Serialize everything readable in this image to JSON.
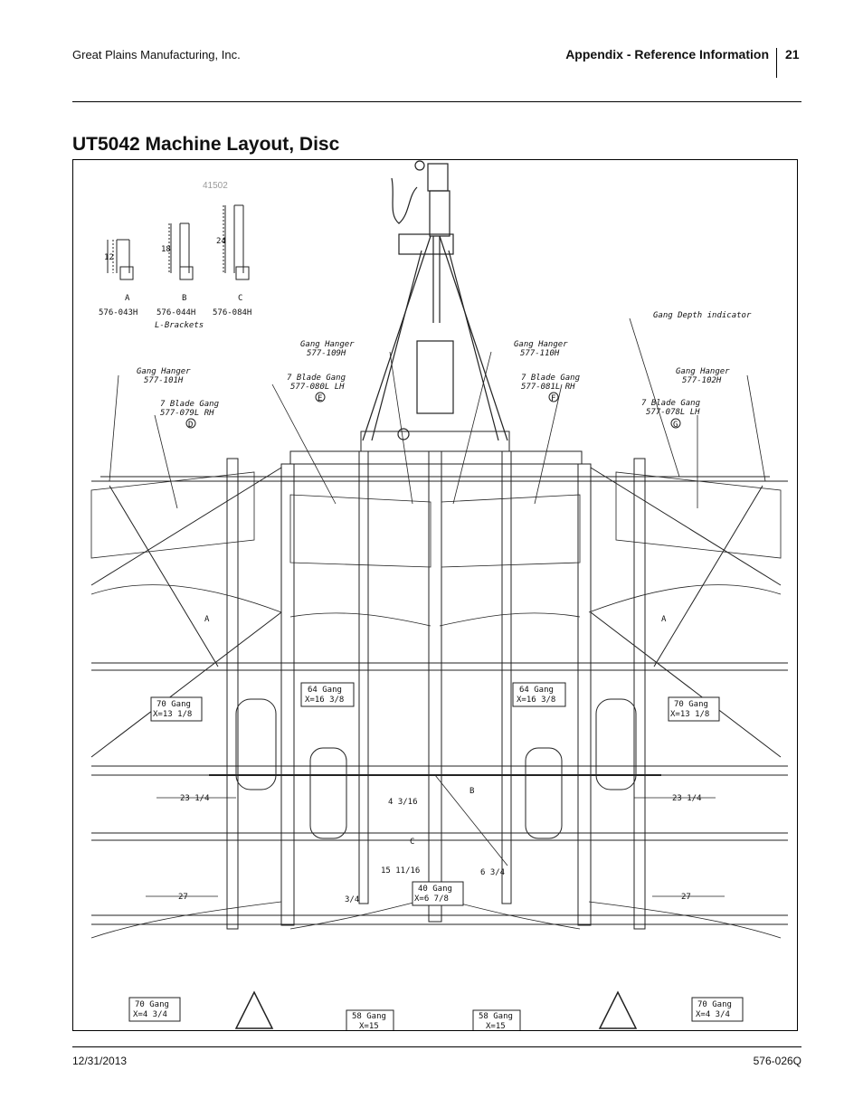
{
  "header": {
    "company": "Great Plains Manufacturing, Inc.",
    "section": "Appendix - Reference Information",
    "page_number": "21"
  },
  "title": "UT5042 Machine Layout, Disc",
  "figure": {
    "figure_number": "41502",
    "brackets": [
      {
        "dim": "12",
        "letter": "A",
        "part": "576-043H"
      },
      {
        "dim": "18",
        "letter": "B",
        "part": "576-044H"
      },
      {
        "dim": "24",
        "letter": "C",
        "part": "576-084H"
      }
    ],
    "brackets_caption": "L-Brackets",
    "callouts": {
      "gang_depth_indicator": "Gang Depth indicator",
      "gang_hanger_left_center": {
        "name": "Gang Hanger",
        "part": "577-109H"
      },
      "gang_hanger_right_center": {
        "name": "Gang Hanger",
        "part": "577-110H"
      },
      "gang_hanger_left": {
        "name": "Gang Hanger",
        "part": "577-101H"
      },
      "gang_hanger_right": {
        "name": "Gang Hanger",
        "part": "577-102H"
      },
      "blade_gang_d": {
        "name": "7 Blade Gang",
        "part": "577-079L RH",
        "letter": "D"
      },
      "blade_gang_e": {
        "name": "7 Blade Gang",
        "part": "577-080L LH",
        "letter": "E"
      },
      "blade_gang_f": {
        "name": "7 Blade Gang",
        "part": "577-081L RH",
        "letter": "F"
      },
      "blade_gang_g": {
        "name": "7 Blade Gang",
        "part": "577-078L LH",
        "letter": "G"
      }
    },
    "gang_boxes": {
      "g64_left": {
        "line1": "64 Gang",
        "line2": "X=16 3/8"
      },
      "g64_right": {
        "line1": "64 Gang",
        "line2": "X=16 3/8"
      },
      "g70_left": {
        "line1": "70 Gang",
        "line2": "X=13 1/8"
      },
      "g70_right": {
        "line1": "70 Gang",
        "line2": "X=13 1/8"
      },
      "g40": {
        "line1": "40 Gang",
        "line2": "X=6 7/8"
      },
      "g70_left_bottom": {
        "line1": "70 Gang",
        "line2": "X=4 3/4"
      },
      "g70_right_bottom": {
        "line1": "70 Gang",
        "line2": "X=4 3/4"
      },
      "g58_left": {
        "line1": "58 Gang",
        "line2": "X=15"
      },
      "g58_right": {
        "line1": "58 Gang",
        "line2": "X=15"
      }
    },
    "dimensions": {
      "d23_left": "23 1/4",
      "d23_right": "23 1/4",
      "d27_left": "27",
      "d27_right": "27",
      "d15": "15 11/16",
      "d6_3_4": "6 3/4",
      "d4_3_16": "4 3/16",
      "d3_4": "3/4"
    },
    "letters": [
      "A",
      "B",
      "C"
    ]
  },
  "footer": {
    "date": "12/31/2013",
    "doc_number": "576-026Q"
  }
}
